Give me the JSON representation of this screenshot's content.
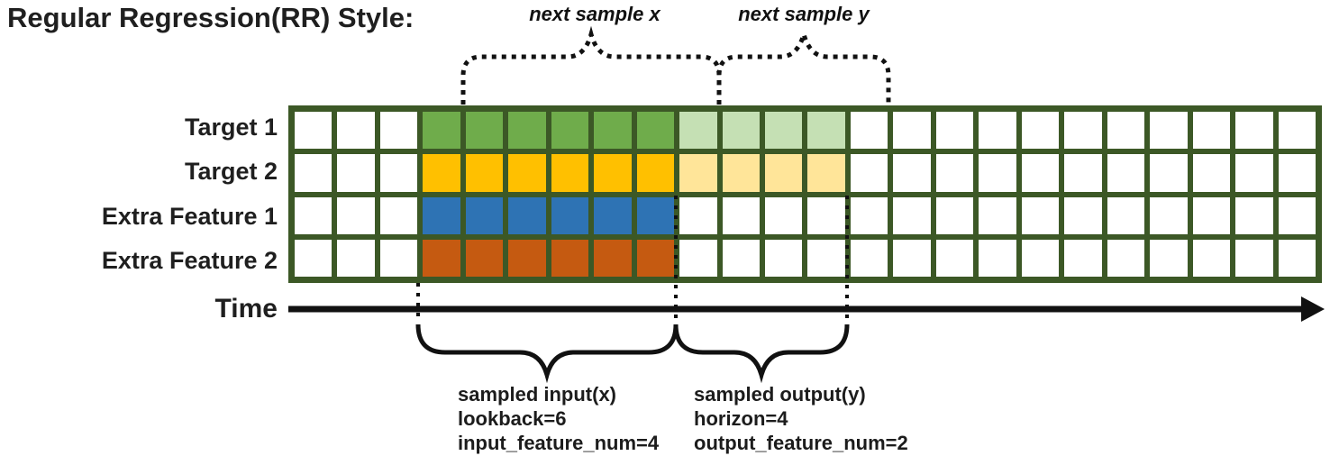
{
  "title": "Regular Regression(RR) Style:",
  "top_annotations": {
    "next_sample_x": "next sample x",
    "next_sample_y": "next sample y"
  },
  "grid": {
    "columns": 24,
    "input_start": 3,
    "input_len": 6,
    "output_len": 4,
    "border_color": "#3C5826"
  },
  "rows": [
    {
      "label": "Target 1",
      "input_color": "#6FAC4B",
      "output_color": "#C5E0B4"
    },
    {
      "label": "Target 2",
      "input_color": "#FFC000",
      "output_color": "#FFE599"
    },
    {
      "label": "Extra Feature 1",
      "input_color": "#2E73B4",
      "output_color": null
    },
    {
      "label": "Extra Feature 2",
      "input_color": "#C55A11",
      "output_color": null
    }
  ],
  "time_axis": {
    "label": "Time"
  },
  "bottom_annotations": {
    "input": {
      "lines": [
        "sampled input(x)",
        "lookback=6",
        "input_feature_num=4"
      ]
    },
    "output": {
      "lines": [
        "sampled output(y)",
        "horizon=4",
        "output_feature_num=2"
      ]
    }
  }
}
